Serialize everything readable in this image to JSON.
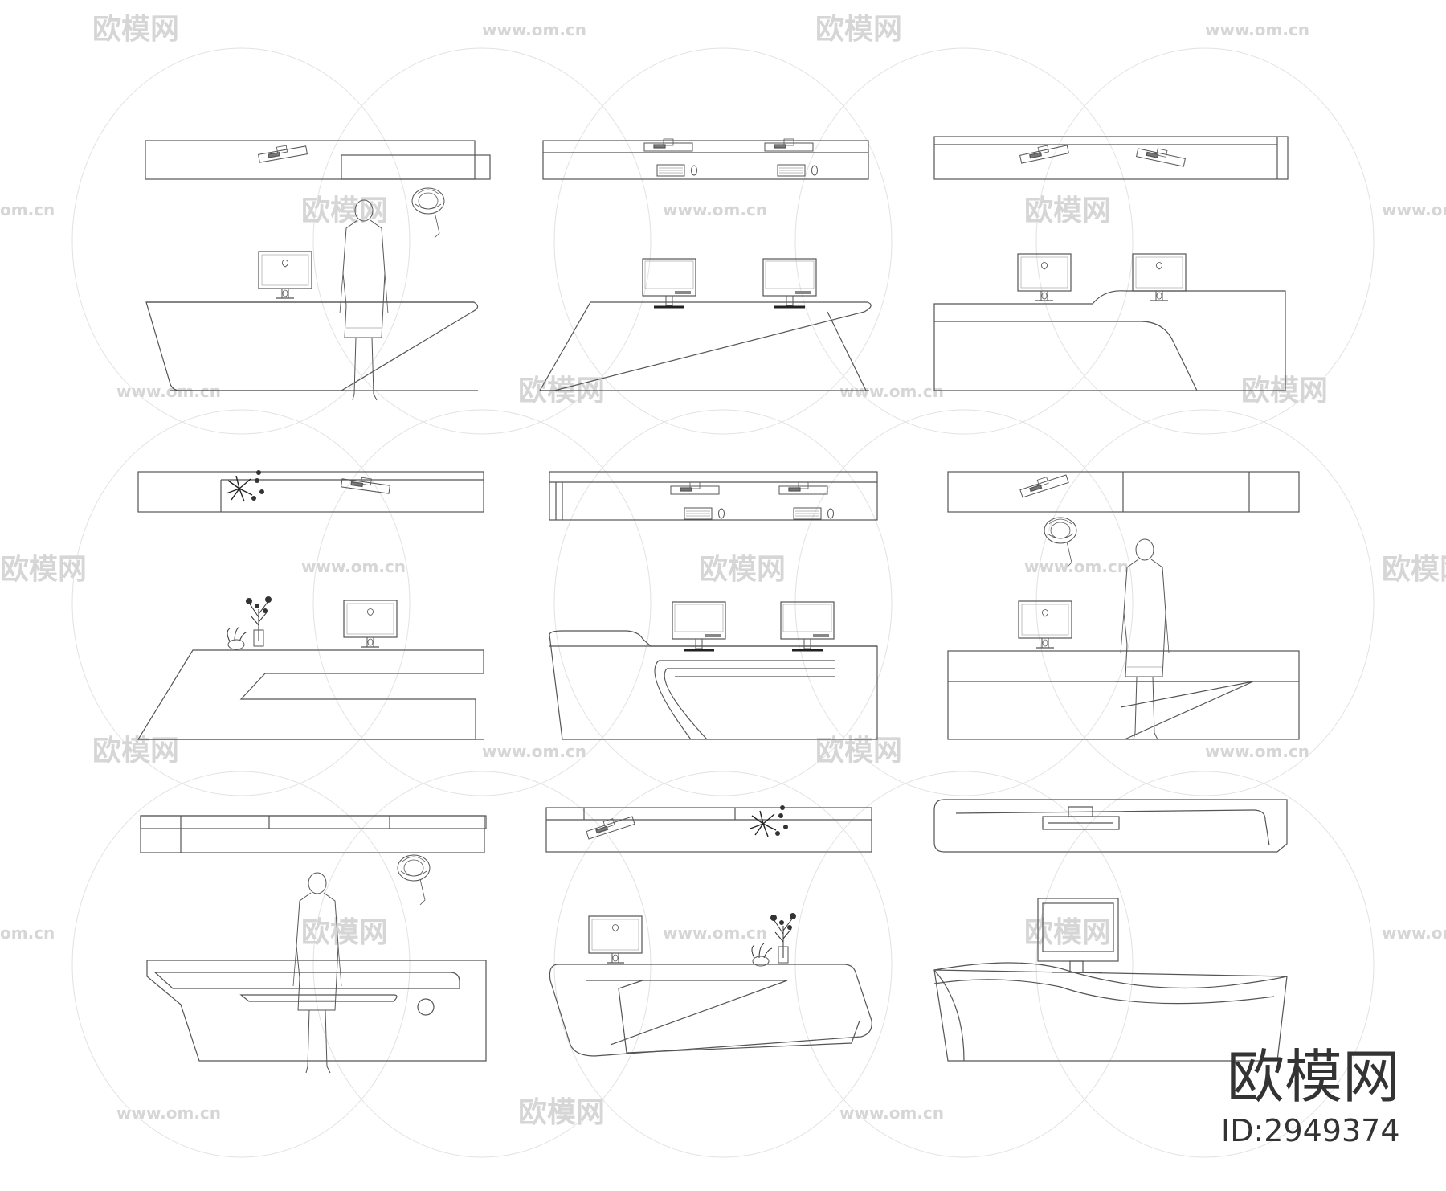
{
  "watermark": {
    "site": "www.om.cn",
    "site_short": "om.cn",
    "brand_cn": "欧模网"
  },
  "brand": {
    "name": "欧模网",
    "id_text": "ID:2949374"
  },
  "colors": {
    "background": "#ffffff",
    "line": "#555555",
    "watermark": "#d4d4d4",
    "brand_text": "#333333"
  },
  "sheet": {
    "description_visible": false,
    "rows": 3,
    "columns": 3,
    "view_types": [
      "plan",
      "elevation"
    ],
    "items": [
      {
        "id": "desk-1",
        "monitors": 1,
        "person": true,
        "plant": false
      },
      {
        "id": "desk-2",
        "monitors": 2,
        "person": false,
        "plant": false
      },
      {
        "id": "desk-3",
        "monitors": 2,
        "person": false,
        "plant": false
      },
      {
        "id": "desk-4",
        "monitors": 1,
        "person": false,
        "plant": true
      },
      {
        "id": "desk-5",
        "monitors": 2,
        "person": false,
        "plant": false
      },
      {
        "id": "desk-6",
        "monitors": 1,
        "person": true,
        "plant": false
      },
      {
        "id": "desk-7",
        "monitors": 0,
        "person": true,
        "plant": false
      },
      {
        "id": "desk-8",
        "monitors": 1,
        "person": false,
        "plant": true
      },
      {
        "id": "desk-9",
        "monitors": 1,
        "person": false,
        "plant": false
      }
    ]
  }
}
